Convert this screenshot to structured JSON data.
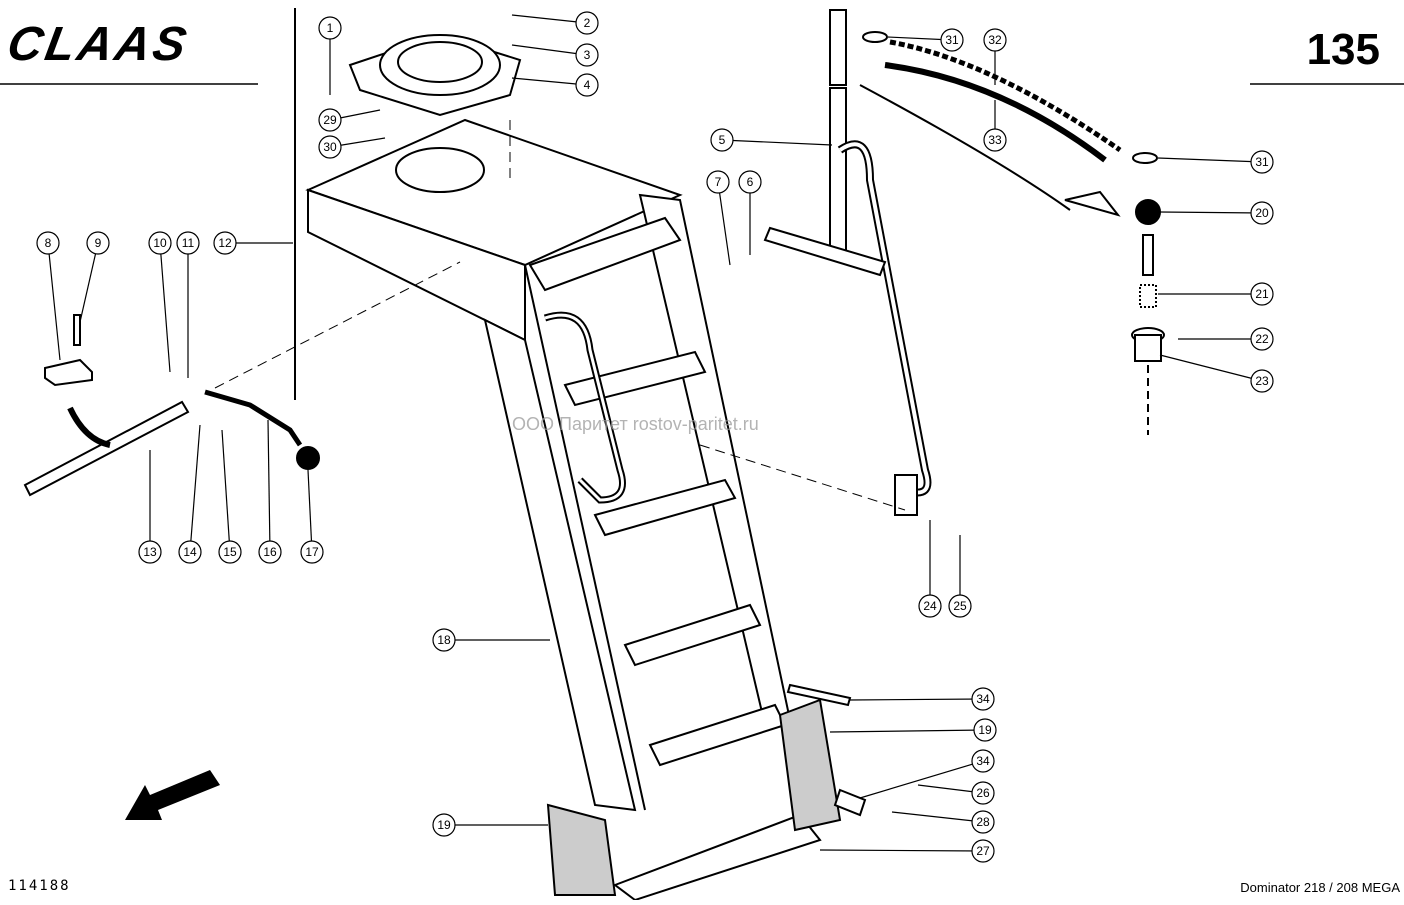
{
  "header": {
    "brand": "CLAAS",
    "page_number": "135"
  },
  "footer": {
    "drawing_number": "114188",
    "model": "Dominator 218 / 208 MEGA"
  },
  "watermark": "ООО Паритет    rostov-paritet.ru",
  "callouts": [
    "1",
    "2",
    "3",
    "4",
    "5",
    "6",
    "7",
    "8",
    "9",
    "10",
    "11",
    "12",
    "13",
    "14",
    "15",
    "16",
    "17",
    "18",
    "19",
    "19",
    "20",
    "21",
    "22",
    "23",
    "24",
    "25",
    "26",
    "27",
    "28",
    "29",
    "30",
    "31",
    "31",
    "32",
    "33",
    "34",
    "34"
  ]
}
